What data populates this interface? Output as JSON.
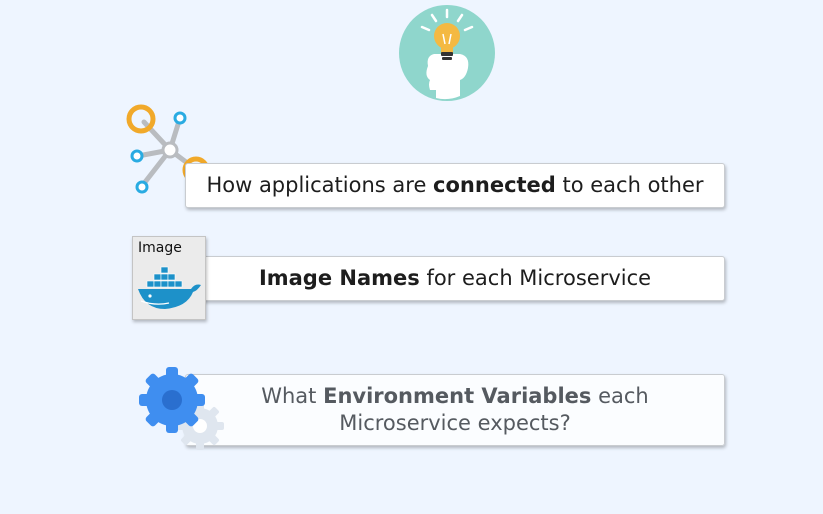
{
  "header": {
    "icon": "lightbulb-head-icon"
  },
  "items": [
    {
      "icon": "network-links-icon",
      "text_before": "How applications are ",
      "bold": "connected",
      "text_after": " to each other"
    },
    {
      "icon": "docker-whale-icon",
      "icon_label": "Image",
      "bold": "Image Names",
      "text_after": " for each Microservice"
    },
    {
      "icon": "gears-icon",
      "text_before": "What ",
      "bold": "Environment Variables",
      "text_after": " each",
      "line2": "Microservice expects?"
    }
  ],
  "colors": {
    "background": "#eef5ff",
    "bulb_circle": "#8fd6cc",
    "bulb": "#f4b942",
    "ring": "#f1a92a",
    "node": "#29abe2",
    "gear": "#3f8ef0",
    "docker_blue": "#1d91c9"
  }
}
